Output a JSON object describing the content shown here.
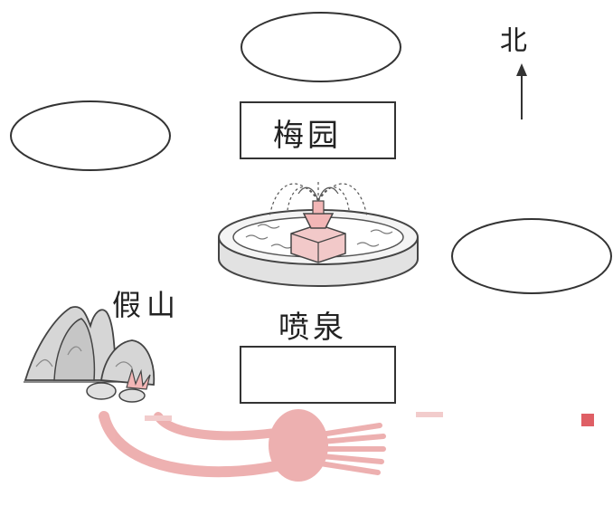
{
  "diagram": {
    "north_label": "北",
    "garden_label": "梅园",
    "rockery_label": "假山",
    "fountain_label": "喷泉",
    "blank_boxes": [
      ""
    ],
    "blank_ovals": [
      "",
      "",
      ""
    ]
  },
  "colors": {
    "line": "#333333",
    "rock_fill": "#d6d6d6",
    "rock_dark": "#9a9a9a",
    "fountain_pink": "#f2b6b6",
    "pool_base": "#e2e2e2",
    "overlay_pink": "#eba3a3",
    "overlay_red": "#d9434a"
  },
  "icons": {
    "north_arrow": "north-arrow-icon",
    "fountain": "fountain-icon",
    "rockery": "rockery-icon",
    "overlay_sketch": "pink-brush-stroke-icon"
  }
}
